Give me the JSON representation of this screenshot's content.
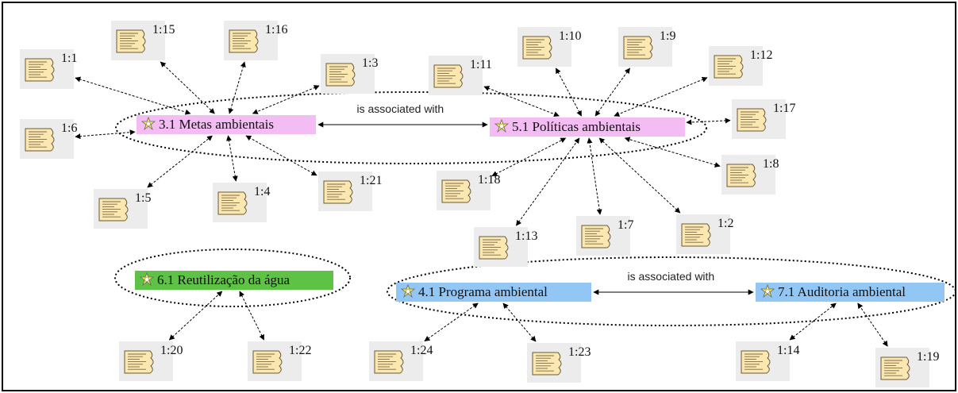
{
  "codes": [
    {
      "id": "c31",
      "label": "3.1 Metas ambientais",
      "color": "#f3bdf3"
    },
    {
      "id": "c51",
      "label": "5.1 Políticas ambientais",
      "color": "#f3bdf3"
    },
    {
      "id": "c61",
      "label": "6.1 Reutilização da água",
      "color": "#5ec246"
    },
    {
      "id": "c41",
      "label": "4.1 Programa ambiental",
      "color": "#92c6f4"
    },
    {
      "id": "c71",
      "label": "7.1 Auditoria ambiental",
      "color": "#92c6f4"
    }
  ],
  "relations": [
    {
      "from": "c31",
      "to": "c51",
      "label": "is associated with"
    },
    {
      "from": "c41",
      "to": "c71",
      "label": "is associated with"
    }
  ],
  "quotations": [
    {
      "id": "q1_1",
      "label": "1:1",
      "linked_to": "c31"
    },
    {
      "id": "q1_15",
      "label": "1:15",
      "linked_to": "c31"
    },
    {
      "id": "q1_16",
      "label": "1:16",
      "linked_to": "c31"
    },
    {
      "id": "q1_3",
      "label": "1:3",
      "linked_to": "c31"
    },
    {
      "id": "q1_6",
      "label": "1:6",
      "linked_to": "c31"
    },
    {
      "id": "q1_5",
      "label": "1:5",
      "linked_to": "c31"
    },
    {
      "id": "q1_4",
      "label": "1:4",
      "linked_to": "c31"
    },
    {
      "id": "q1_21",
      "label": "1:21",
      "linked_to": "c31"
    },
    {
      "id": "q1_11",
      "label": "1:11",
      "linked_to": "c51"
    },
    {
      "id": "q1_10",
      "label": "1:10",
      "linked_to": "c51"
    },
    {
      "id": "q1_9",
      "label": "1:9",
      "linked_to": "c51"
    },
    {
      "id": "q1_12",
      "label": "1:12",
      "linked_to": "c51"
    },
    {
      "id": "q1_17",
      "label": "1:17",
      "linked_to": "c51"
    },
    {
      "id": "q1_8",
      "label": "1:8",
      "linked_to": "c51"
    },
    {
      "id": "q1_18",
      "label": "1:18",
      "linked_to": "c51"
    },
    {
      "id": "q1_13",
      "label": "1:13",
      "linked_to": "c51"
    },
    {
      "id": "q1_7",
      "label": "1:7",
      "linked_to": "c51"
    },
    {
      "id": "q1_2",
      "label": "1:2",
      "linked_to": "c51"
    },
    {
      "id": "q1_20",
      "label": "1:20",
      "linked_to": "c61"
    },
    {
      "id": "q1_22",
      "label": "1:22",
      "linked_to": "c61"
    },
    {
      "id": "q1_24",
      "label": "1:24",
      "linked_to": "c41"
    },
    {
      "id": "q1_23",
      "label": "1:23",
      "linked_to": "c41"
    },
    {
      "id": "q1_14",
      "label": "1:14",
      "linked_to": "c71"
    },
    {
      "id": "q1_19",
      "label": "1:19",
      "linked_to": "c71"
    }
  ],
  "highlight_groups": [
    {
      "members": [
        "c31",
        "c51"
      ]
    },
    {
      "members": [
        "c61"
      ]
    },
    {
      "members": [
        "c41",
        "c71"
      ]
    }
  ]
}
